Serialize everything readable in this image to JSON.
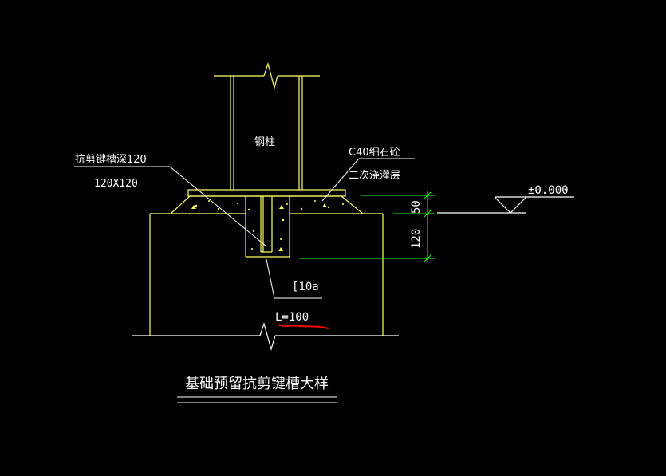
{
  "drawing": {
    "title": "基础预留抗剪键槽大样",
    "column_label": "钢柱",
    "shear_key_label": "抗剪键槽深120",
    "shear_key_size": "120X120",
    "grout_label_1": "C40细石砼",
    "grout_label_2": "二次浇灌层",
    "elevation": "±0.000",
    "dim_top": "50",
    "dim_bottom": "120",
    "channel_label": "[10a",
    "length_label": "L=100"
  },
  "colors": {
    "background": "#000000",
    "outline": "#ffff66",
    "dimension": "#00ff00",
    "leader": "#ffffff",
    "annotation": "#ff0000"
  }
}
